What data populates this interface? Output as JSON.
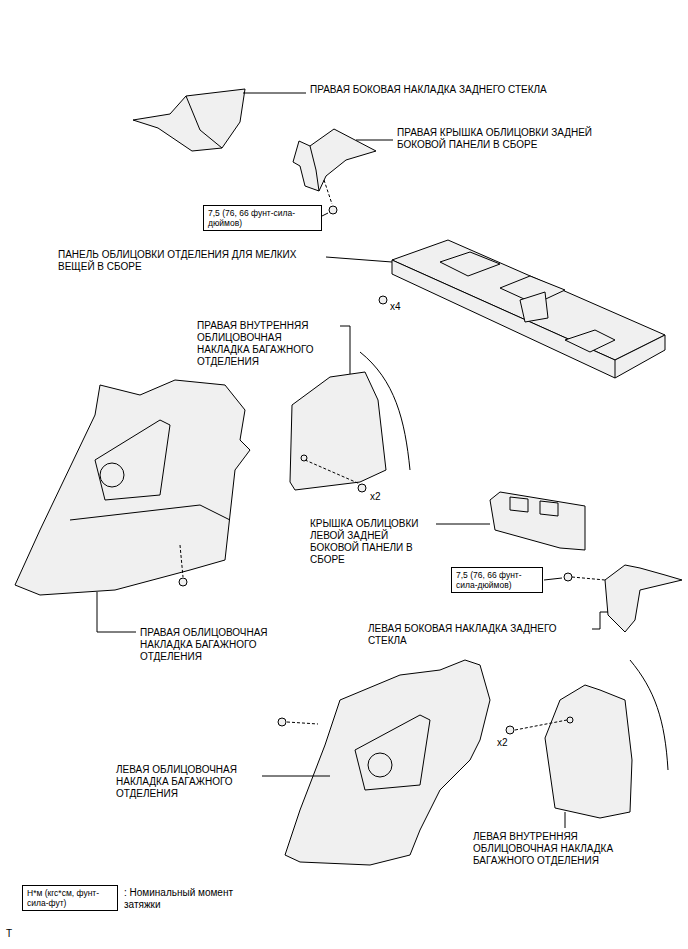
{
  "diagram": {
    "nodes": [
      {
        "text": [
          "7,5 (76, 66 фунт-сила-дюймов)"
        ]
      },
      {
        "text": [
          "7,5 (76, 66 фунт-сила-дюймов)"
        ]
      },
      {
        "text": [
          "Н*м (кгс*см, фунт-сила-фут)"
        ]
      }
    ],
    "labels": [
      "ПРАВАЯ БОКОВАЯ НАКЛАДКА ЗАДНЕГО СТЕКЛА",
      "ПРАВАЯ КРЫШКА ОБЛИЦОВКИ ЗАДНЕЙ БОКОВОЙ ПАНЕЛИ В СБОРЕ",
      "ПАНЕЛЬ ОБЛИЦОВКИ ОТДЕЛЕНИЯ ДЛЯ МЕЛКИХ ВЕЩЕЙ В СБОРЕ",
      "x4",
      "ПРАВАЯ ВНУТРЕННЯЯ ОБЛИЦОВОЧНАЯ НАКЛАДКА БАГАЖНОГО ОТДЕЛЕНИЯ",
      "x2",
      "КРЫШКА ОБЛИЦОВКИ ЛЕВОЙ ЗАДНЕЙ БОКОВОЙ ПАНЕЛИ В СБОРЕ",
      "ПРАВАЯ ОБЛИЦОВОЧНАЯ НАКЛАДКА БАГАЖНОГО ОТДЕЛЕНИЯ",
      "ЛЕВАЯ БОКОВАЯ НАКЛАДКА ЗАДНЕГО СТЕКЛА",
      "x2",
      "ЛЕВАЯ ОБЛИЦОВОЧНАЯ НАКЛАДКА БАГАЖНОГО ОТДЕЛЕНИЯ",
      "ЛЕВАЯ ВНУТРЕННЯЯ ОБЛИЦОВОЧНАЯ НАКЛАДКА БАГАЖНОГО ОТДЕЛЕНИЯ",
      "T"
    ],
    "legend": [
      {
        "text": ": Номинальный момент затяжки"
      }
    ]
  }
}
